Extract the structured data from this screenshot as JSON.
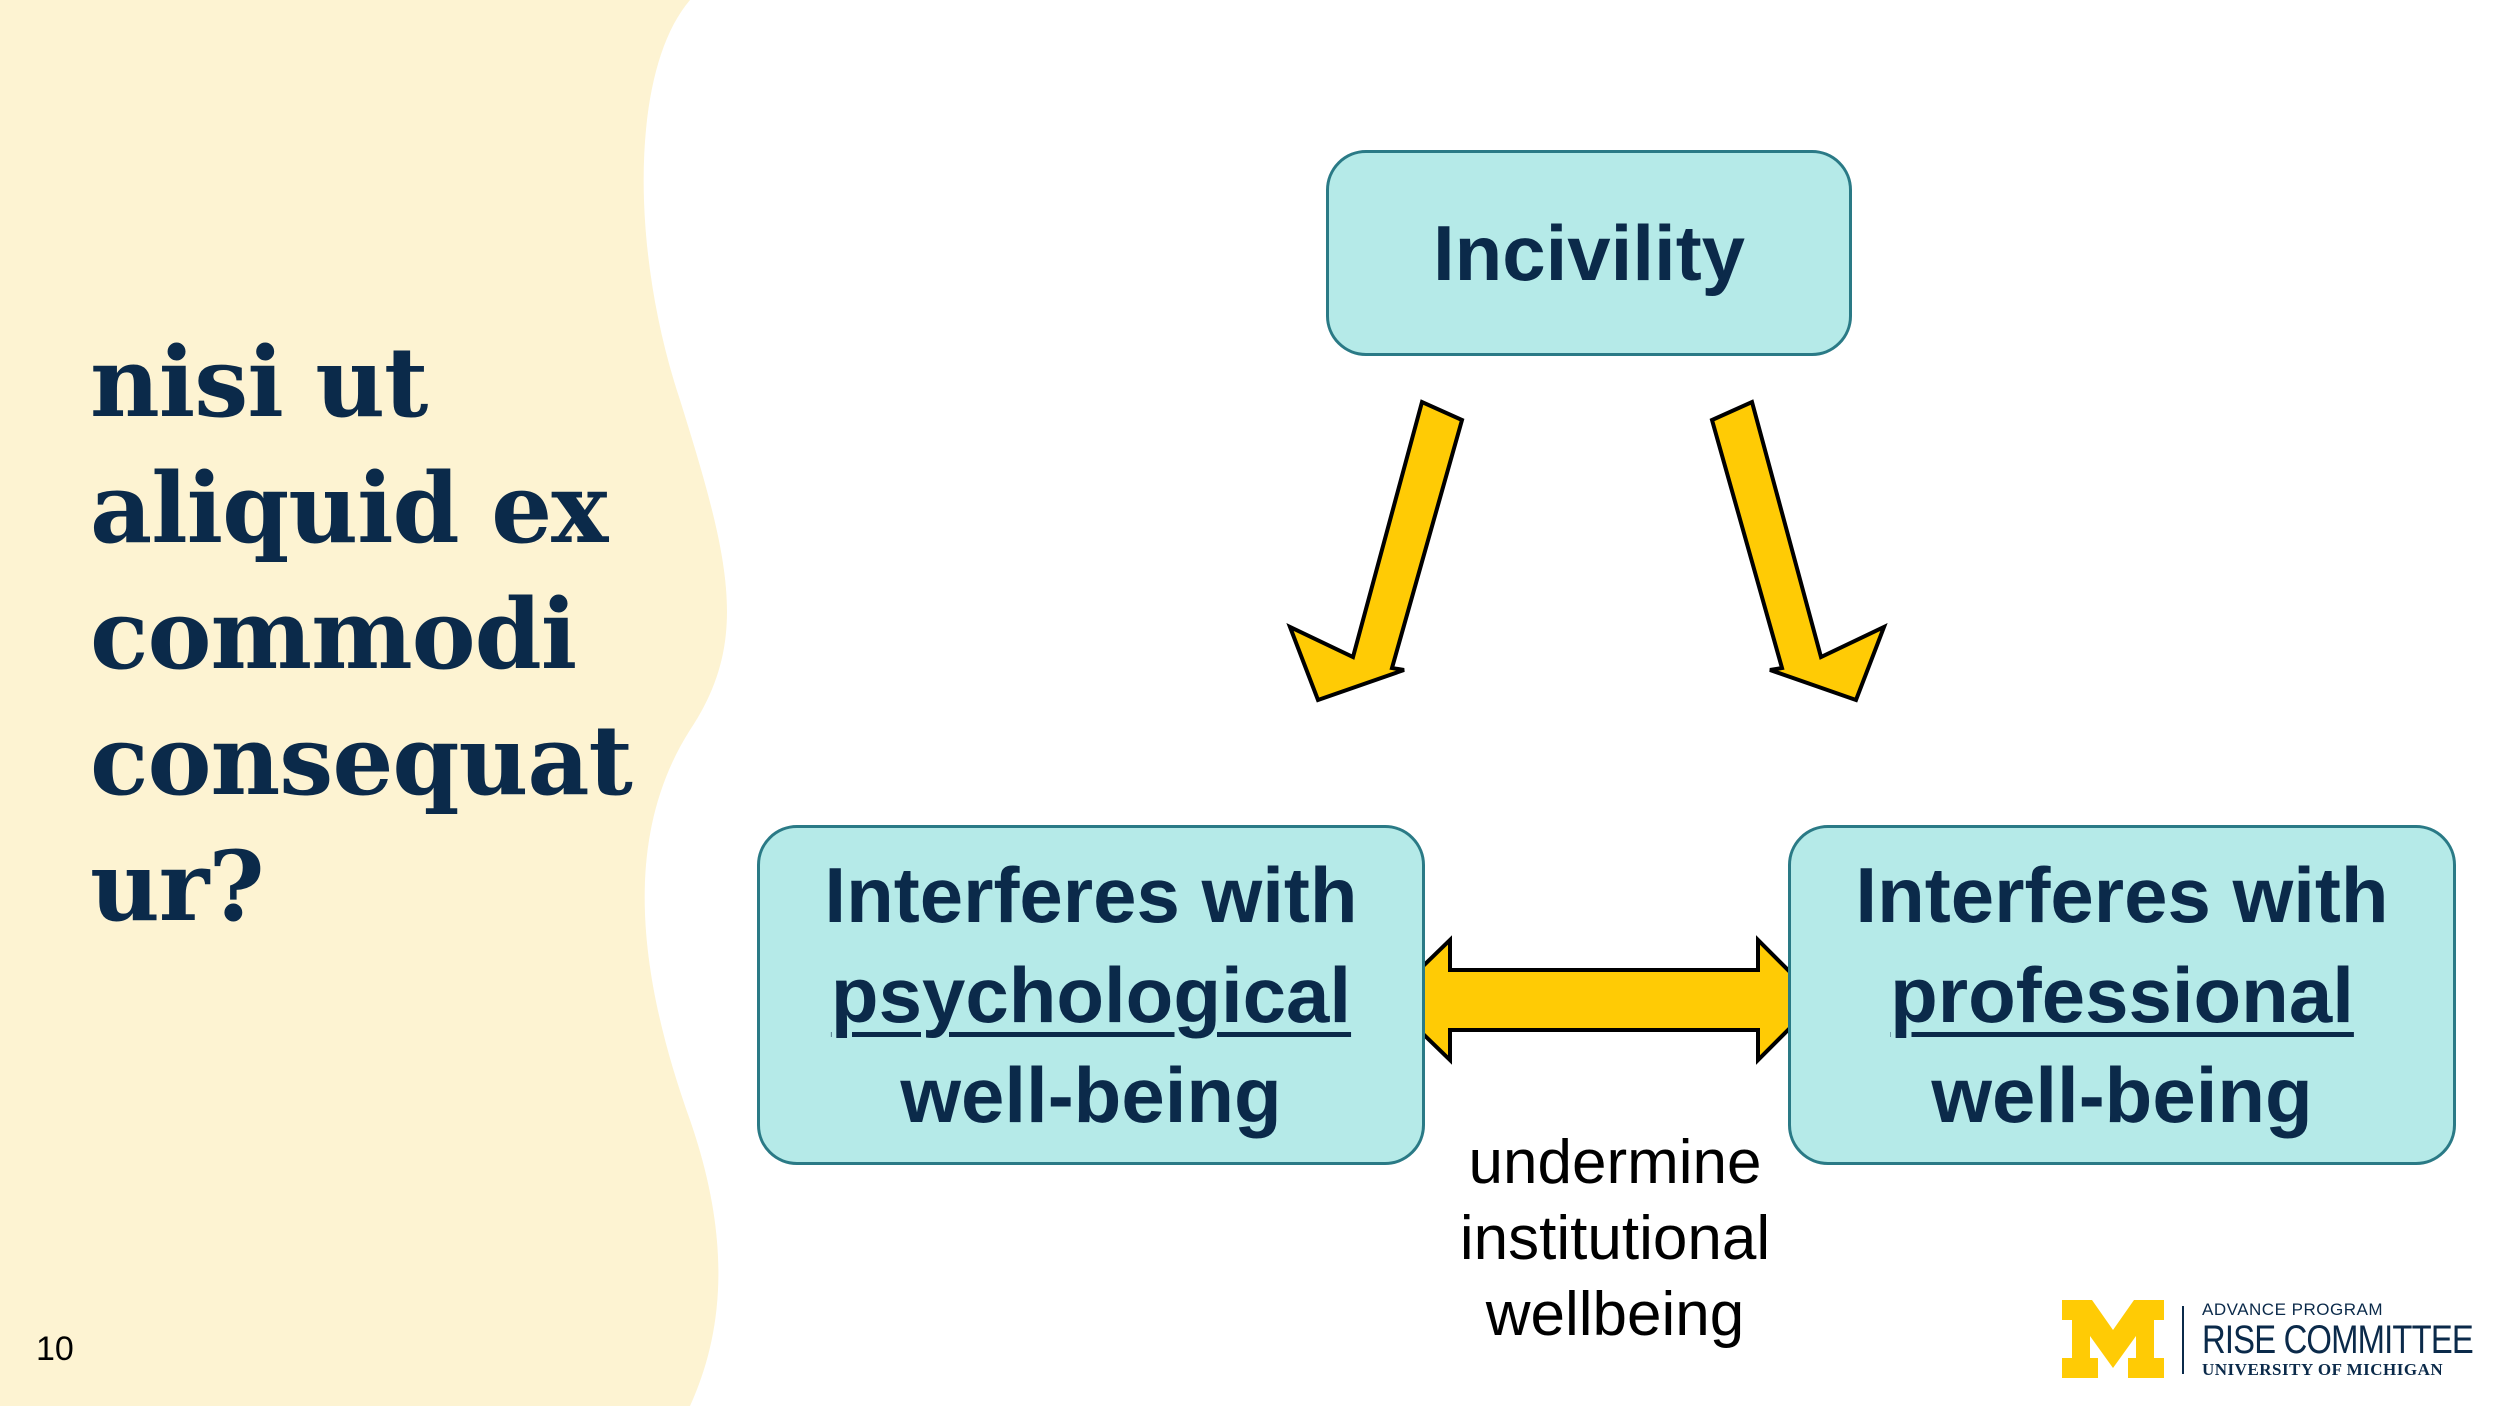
{
  "slide": {
    "title": "nisi ut\naliquid ex\ncommodi\nconsequat\nur?",
    "page_number": "10"
  },
  "diagram": {
    "top_box": {
      "label": "Incivility"
    },
    "left_box": {
      "line1": "Interferes with",
      "line2": "psychological",
      "line3": "well-being"
    },
    "right_box": {
      "line1": "Interferes with",
      "line2": "professional",
      "line3": "well-being"
    },
    "note": "undermine\ninstitutional\nwellbeing"
  },
  "logo": {
    "line1": "ADVANCE PROGRAM",
    "line2": "RISE COMMITTEE",
    "line3": "UNIVERSITY OF MICHIGAN"
  },
  "colors": {
    "background_wave": "#fdf3d2",
    "box_fill": "#b5eae8",
    "box_border": "#2a7a86",
    "arrow_fill": "#ffcb05",
    "text_navy": "#0b2a4a"
  }
}
